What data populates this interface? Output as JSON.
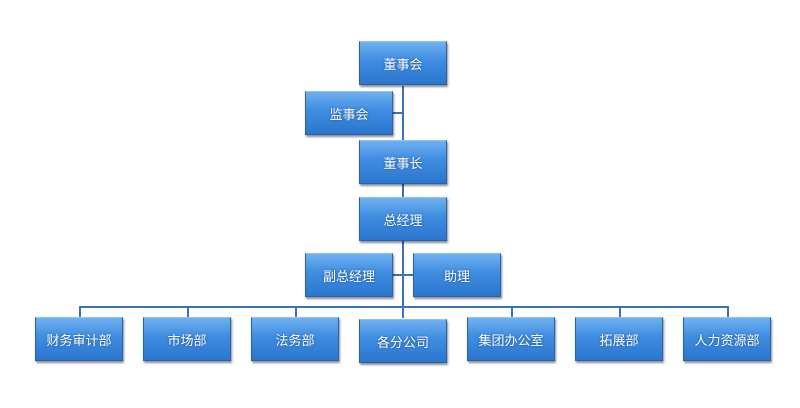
{
  "nodes": {
    "board": "董事会",
    "supervisors": "监事会",
    "chairman": "董事长",
    "gm": "总经理",
    "deputy_gm": "副总经理",
    "assistant": "助理"
  },
  "departments": [
    "财务审计部",
    "市场部",
    "法务部",
    "各分公司",
    "集团办公室",
    "拓展部",
    "人力资源部"
  ],
  "colors": {
    "box": "#3f8ce0",
    "line": "#3a72b8"
  }
}
